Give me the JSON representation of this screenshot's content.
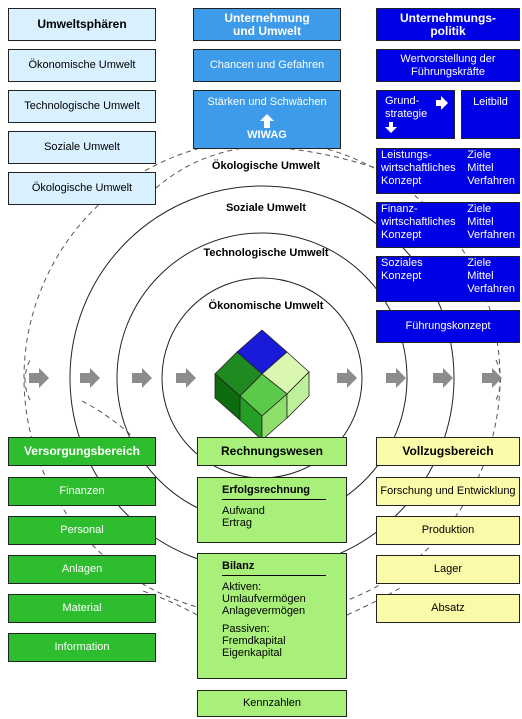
{
  "colors": {
    "light_blue": "#d9f0ff",
    "mid_blue": "#3d9be9",
    "dark_blue": "#0000e6",
    "dark_green": "#2ebd2e",
    "light_green": "#a8f079",
    "light_yellow": "#fbfaa8",
    "arrow_gray": "#8c8c8c"
  },
  "umweltsphaeren": {
    "header": "Umweltsphären",
    "items": [
      "Ökonomische Umwelt",
      "Technologische Umwelt",
      "Soziale Umwelt",
      "Ökologische Umwelt"
    ]
  },
  "unternehmung": {
    "header": "Unternehmung und Umwelt",
    "chancen": "Chancen und Gefahren",
    "staerken": "Stärken und Schwächen",
    "wiwag": "WIWAG",
    "up_icon": "arrow-up-icon"
  },
  "politik": {
    "header": "Unternehmungs-politik",
    "wertvorstellung": "Wertvorstellung der Führungskräfte",
    "grundstrategie": "Grund-strategie",
    "leitbild": "Leitbild",
    "konzepte": [
      {
        "left": "Leistungs-\nwirtschaftliches\nKonzept",
        "right": "Ziele\nMittel\nVerfahren"
      },
      {
        "left": "Finanz-\nwirtschaftliches\nKonzept",
        "right": "Ziele\nMittel\nVerfahren"
      },
      {
        "left": "Soziales\nKonzept",
        "right": "Ziele\nMittel\nVerfahren"
      }
    ],
    "fuehrungskonzept": "Führungskonzept"
  },
  "rings": {
    "labels": [
      "Ökologische Umwelt",
      "Soziale Umwelt",
      "Technologische Umwelt",
      "Ökonomische Umwelt"
    ]
  },
  "versorgung": {
    "header": "Versorgungsbereich",
    "items": [
      "Finanzen",
      "Personal",
      "Anlagen",
      "Material",
      "Information"
    ]
  },
  "rechnung": {
    "header": "Rechnungswesen",
    "erfolg": {
      "title": "Erfolgsrechnung",
      "lines": [
        "Aufwand",
        "Ertrag"
      ]
    },
    "bilanz": {
      "title": "Bilanz",
      "aktiven": [
        "Aktiven:",
        "Umlaufvermögen",
        "Anlagevermögen"
      ],
      "passiven": [
        "Passiven:",
        "Fremdkapital",
        "Eigenkapital"
      ]
    },
    "kennzahlen": "Kennzahlen"
  },
  "vollzug": {
    "header": "Vollzugsbereich",
    "items": [
      "Forschung und Entwicklung",
      "Produktion",
      "Lager",
      "Absatz"
    ]
  }
}
